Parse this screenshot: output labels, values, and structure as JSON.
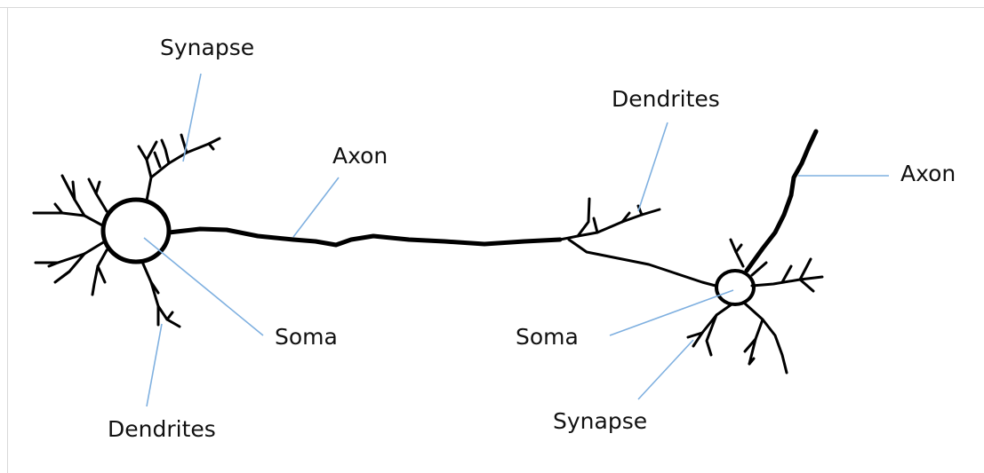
{
  "labels": {
    "synapse_left": "Synapse",
    "axon_middle": "Axon",
    "dendrites_top": "Dendrites",
    "axon_right": "Axon",
    "soma_left": "Soma",
    "soma_right": "Soma",
    "dendrites_bottom": "Dendrites",
    "synapse_right": "Synapse"
  },
  "colors": {
    "leader_line": "#7fb0e0",
    "neuron": "#000000",
    "background": "#ffffff"
  }
}
